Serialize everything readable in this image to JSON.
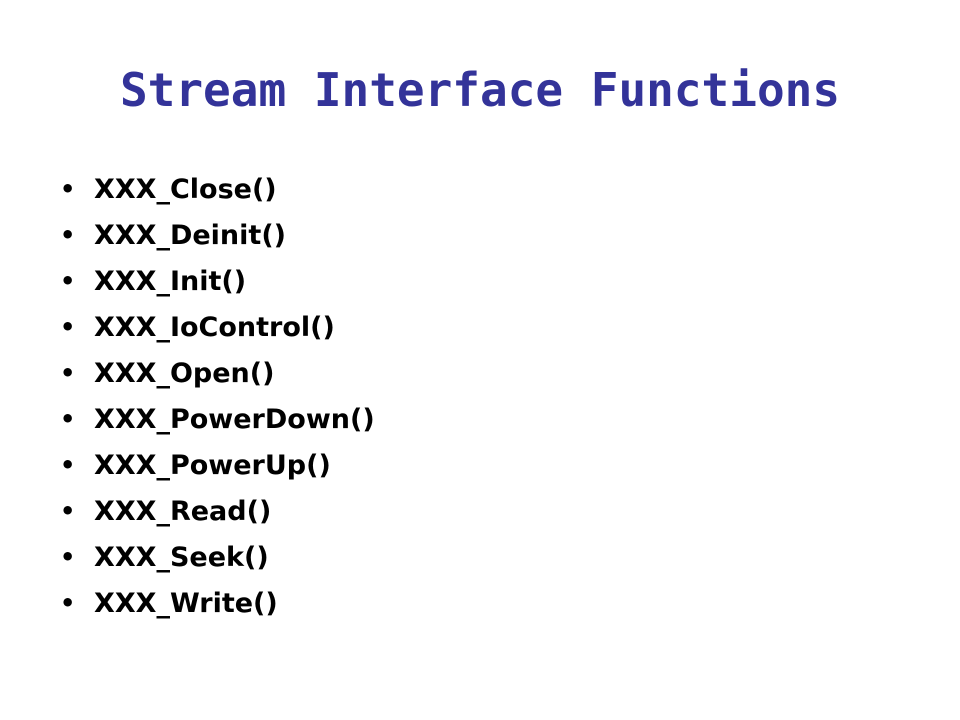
{
  "slide": {
    "title": "Stream Interface Functions",
    "title_color": "#333399",
    "text_color": "#000000",
    "bullet_glyph": "•",
    "items": [
      "XXX_Close()",
      "XXX_Deinit()",
      "XXX_Init()",
      "XXX_IoControl()",
      "XXX_Open()",
      "XXX_PowerDown()",
      "XXX_PowerUp()",
      "XXX_Read()",
      "XXX_Seek()",
      "XXX_Write()"
    ]
  }
}
